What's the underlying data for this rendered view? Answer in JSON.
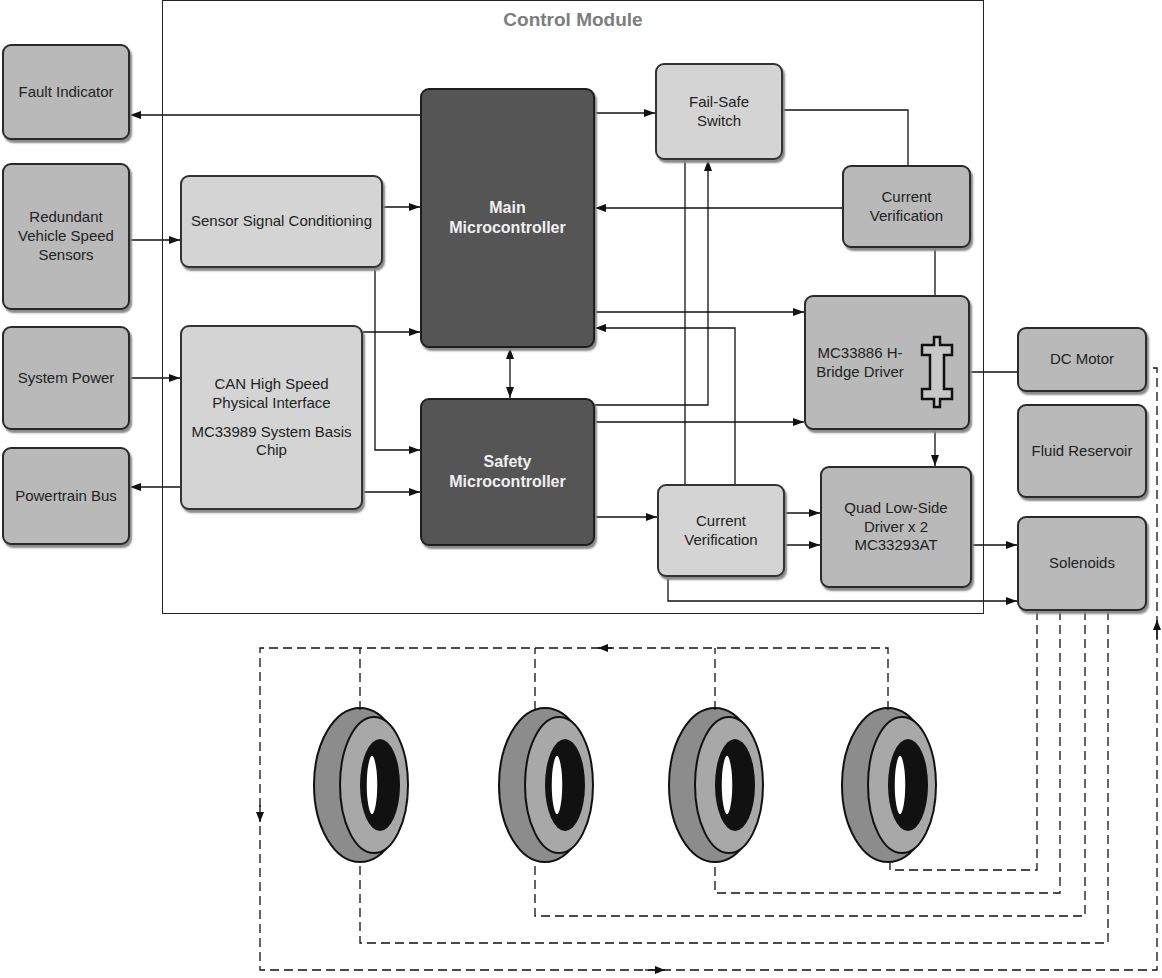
{
  "diagram": {
    "nodes": [
      {
        "text": [
          "Control Module"
        ]
      },
      {
        "text": [
          "Fault Indicator"
        ]
      },
      {
        "text": [
          "Redundant Vehicle Speed Sensors"
        ]
      },
      {
        "text": [
          "System Power"
        ]
      },
      {
        "text": [
          "Powertrain Bus"
        ]
      },
      {
        "text": [
          "Sensor Signal Conditioning"
        ],
        "in": 0
      },
      {
        "text": [
          "CAN High Speed Physical Interface",
          "MC33989 System Basis Chip"
        ],
        "in": 0
      },
      {
        "text": [
          "Main Microcontroller"
        ],
        "in": 0
      },
      {
        "text": [
          "Safety Microcontroller"
        ],
        "in": 0
      },
      {
        "text": [
          "Fail-Safe Switch"
        ],
        "in": 0
      },
      {
        "text": [
          "Current Verification"
        ],
        "in": 0
      },
      {
        "text": [
          "MC33886 H-Bridge Driver"
        ],
        "in": 0
      },
      {
        "text": [
          "Current Verification"
        ],
        "in": 0
      },
      {
        "text": [
          "Quad Low-Side Driver x 2 MC33293AT"
        ],
        "in": 0
      },
      {
        "text": [
          "DC Motor"
        ]
      },
      {
        "text": [
          "Fluid Reservoir"
        ]
      },
      {
        "text": [
          "Solenoids"
        ]
      }
    ],
    "edges": [
      {
        "from": 7,
        "to": 1,
        "arrow": "to"
      },
      {
        "from": 2,
        "to": 5,
        "arrow": "to"
      },
      {
        "from": 5,
        "to": 7,
        "arrow": "to"
      },
      {
        "from": 5,
        "to": 8,
        "arrow": "to"
      },
      {
        "from": 3,
        "to": 6,
        "arrow": "to"
      },
      {
        "from": 6,
        "to": 4,
        "arrow": "to"
      },
      {
        "from": 6,
        "to": 7,
        "arrow": "to"
      },
      {
        "from": 6,
        "to": 8,
        "arrow": "to"
      },
      {
        "from": 7,
        "to": 8,
        "arrow": "both"
      },
      {
        "from": 7,
        "to": 9,
        "arrow": "to"
      },
      {
        "from": 10,
        "to": 7,
        "arrow": "to"
      },
      {
        "from": 7,
        "to": 11,
        "arrow": "to"
      },
      {
        "from": 8,
        "to": 11,
        "arrow": "to"
      },
      {
        "from": 8,
        "to": 9,
        "arrow": "to"
      },
      {
        "from": 8,
        "to": 12,
        "arrow": "to"
      },
      {
        "from": 12,
        "to": 13,
        "arrow": "to"
      },
      {
        "from": 12,
        "to": 13,
        "arrow": "to"
      },
      {
        "from": 12,
        "to": 7,
        "arrow": "to"
      },
      {
        "from": 9,
        "to": 10,
        "arrow": "none"
      },
      {
        "from": 9,
        "to": 12,
        "arrow": "none"
      },
      {
        "from": 12,
        "to": 16,
        "arrow": "to"
      },
      {
        "from": 10,
        "to": 11,
        "arrow": "none"
      },
      {
        "from": 11,
        "to": 13,
        "arrow": "to"
      },
      {
        "from": 11,
        "to": 14,
        "arrow": "none"
      },
      {
        "from": 13,
        "to": 16,
        "arrow": "to"
      }
    ]
  }
}
